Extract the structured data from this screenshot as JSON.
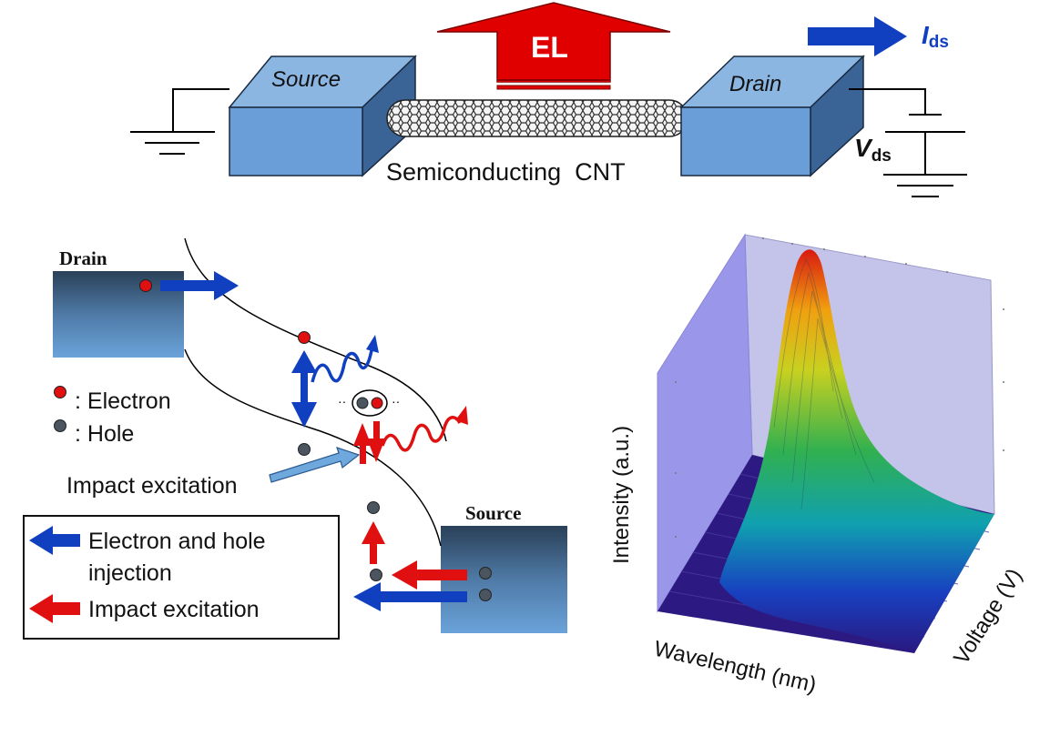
{
  "device": {
    "source_label": "Source",
    "drain_label": "Drain",
    "el_label": "EL",
    "cnt_label": "Semiconducting  CNT",
    "ids_main": "I",
    "ids_sub": "ds",
    "vds_main": "V",
    "vds_sub": "ds"
  },
  "band_diagram": {
    "drain_label": "Drain",
    "source_label": "Source",
    "legend_electron": ": Electron",
    "legend_hole": ": Hole",
    "impact_excitation_label": "Impact excitation"
  },
  "arrow_legend": {
    "injection_line1": "Electron and hole",
    "injection_line2": "injection",
    "impact_excitation": "Impact excitation"
  },
  "plot3d": {
    "ylabel": "Intensity (a.u.)",
    "xlabel": "Wavelength (nm)",
    "zlabel": "Voltage (V)"
  },
  "colors": {
    "electron": "#e01010",
    "hole": "#4a5560",
    "injection_arrow": "#1040c0",
    "impact_arrow": "#e01010",
    "el_arrow": "#e00000",
    "box_face": "#6a9ed8"
  }
}
